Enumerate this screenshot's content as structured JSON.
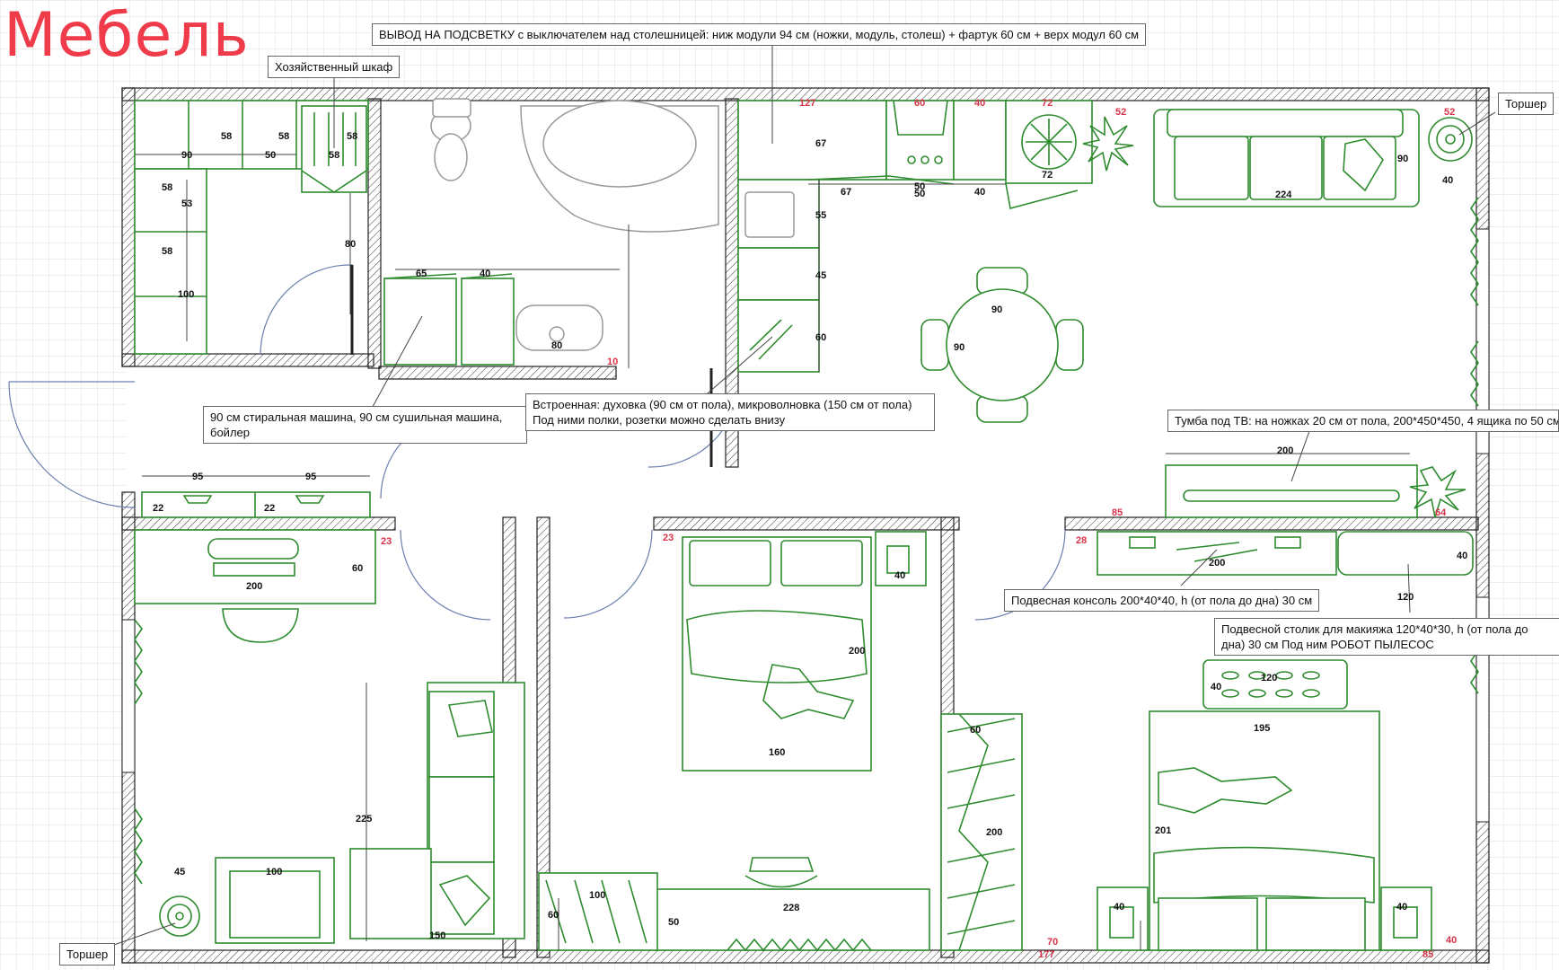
{
  "plan": {
    "title": "Мебель",
    "callouts": {
      "lighting": "ВЫВОД НА ПОДСВЕТКУ с выключателем над столешницей: ниж модули 94 см (ножки, модуль, столеш) + фартук 60 см + верх модул 60 см",
      "utility_closet": "Хозяйственный шкаф",
      "floor_lamp_top": "Торшер",
      "appliances": "90 см стиральная машина, 90 см сушильная машина, бойлер",
      "builtin_oven": "Встроенная: духовка (90 см от пола), микроволновка (150 см от пола) Под ними полки, розетки можно сделать внизу",
      "tv_stand": "Тумба под ТВ: на ножках 20 см от пола, 200*450*450, 4 ящика по 50 см",
      "console": "Подвесная консоль 200*40*40, h (от пола до дна) 30 см",
      "makeup_table": "Подвесной столик для макияжа 120*40*30, h (от пола до дна) 30 см Под ним РОБОТ ПЫЛЕСОС",
      "floor_lamp_bottom": "Торшер"
    },
    "dimensions": {
      "util_58a": "58",
      "util_58b": "58",
      "util_58c": "58",
      "util_58d": "58",
      "util_58e": "58",
      "util_58f": "58",
      "util_90": "90",
      "util_50": "50",
      "util_53": "53",
      "util_100": "100",
      "util_80": "80",
      "bath_65": "65",
      "bath_40": "40",
      "bath_80": "80",
      "bath_10": "10",
      "kit_127": "127",
      "kit_60": "60",
      "kit_40": "40",
      "kit_72a": "72",
      "kit_52a": "52",
      "kit_52b": "52",
      "kit_67a": "67",
      "kit_67b": "67",
      "kit_50a": "50",
      "kit_50b": "50",
      "kit_40b": "40",
      "kit_72b": "72",
      "kit_55": "55",
      "kit_45": "45",
      "kit_60b": "60",
      "sofa_224": "224",
      "sofa_90": "90",
      "lamp_40": "40",
      "table_90w": "90",
      "table_90h": "90",
      "hall_95a": "95",
      "hall_95b": "95",
      "hall_22a": "22",
      "hall_22b": "22",
      "tv_200": "200",
      "tv_85": "85",
      "tv_64": "64",
      "desk_200": "200",
      "desk_60": "60",
      "desk_23": "23",
      "liv_225": "225",
      "liv_45": "45",
      "liv_100": "100",
      "liv_150": "150",
      "bed1_23": "23",
      "bed1_200": "200",
      "bed1_160": "160",
      "bed1_40": "40",
      "bed1_100": "100",
      "bed1_60": "60",
      "bed1_228": "228",
      "bed1_50": "50",
      "bed2_28": "28",
      "bed2_200": "200",
      "bed2_40a": "40",
      "bed2_120a": "120",
      "bed2_120b": "120",
      "bed2_40b": "40",
      "bed2_195": "195",
      "bed2_201": "201",
      "bed2_60": "60",
      "bed2_200b": "200",
      "bed2_40c": "40",
      "bed2_40d": "40",
      "bed2_70": "70",
      "bed2_177": "177",
      "bed2_85": "85",
      "bed2_40e": "40"
    },
    "colors": {
      "title": "#ef3b4a",
      "furniture": "#2e8b2e",
      "wall": "#222222",
      "dimension_red": "#d6334a",
      "door": "#6a7fb0"
    }
  }
}
